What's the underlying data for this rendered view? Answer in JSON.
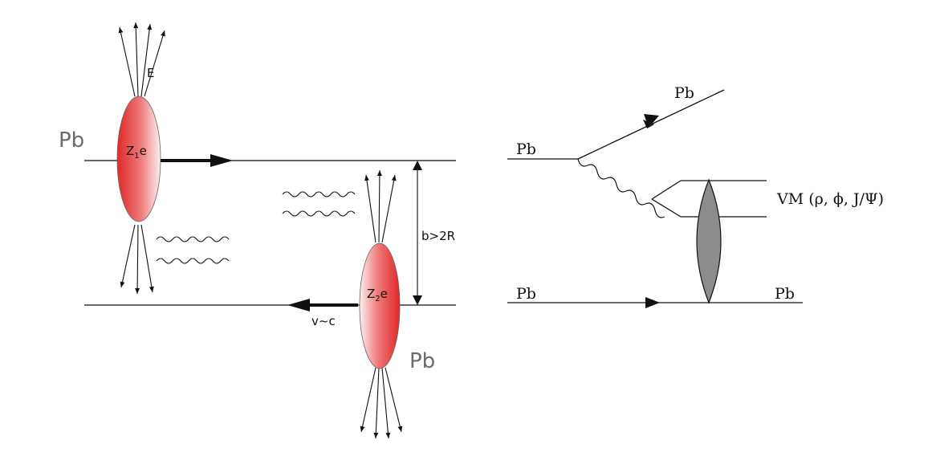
{
  "left_diagram": {
    "label_pb_left": "Pb",
    "label_pb_right": "Pb",
    "label_field": "E",
    "nucleus1_label": "Z",
    "nucleus1_sub": "1",
    "nucleus1_suffix": "e",
    "nucleus2_label": "Z",
    "nucleus2_sub": "2",
    "nucleus2_suffix": "e",
    "impact_parameter": "b>2R",
    "velocity": "v~c",
    "colors": {
      "nucleus": "#e53030",
      "nucleus_light": "#fde8e8"
    }
  },
  "right_diagram": {
    "pb_in_top": "Pb",
    "pb_out_top": "Pb",
    "pb_in_bottom": "Pb",
    "pb_out_bottom": "Pb",
    "vm_label": "VM (ρ, ϕ, J/Ψ)",
    "colors": {
      "blob": "#8c8c8c"
    }
  }
}
